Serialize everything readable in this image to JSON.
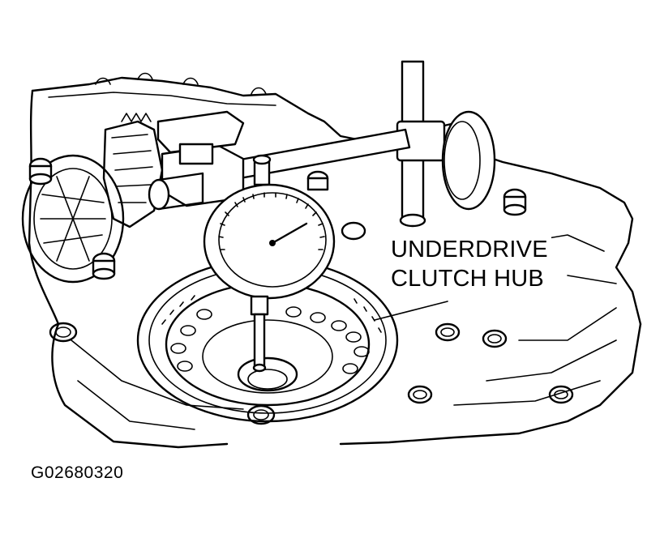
{
  "callout": {
    "line1": "UNDERDRIVE",
    "line2": "CLUTCH HUB"
  },
  "figure_id": "G02680320",
  "colors": {
    "ink": "#000000",
    "paper": "#ffffff"
  }
}
